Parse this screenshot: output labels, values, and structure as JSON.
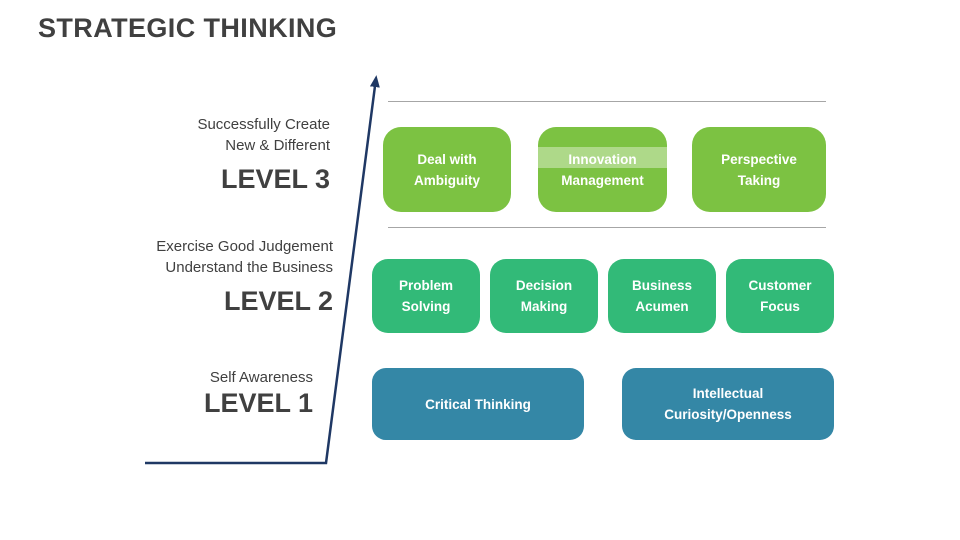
{
  "slide": {
    "title": "STRATEGIC THINKING"
  },
  "levels": [
    {
      "name": "LEVEL 3",
      "description": [
        "Successfully Create",
        "New & Different"
      ],
      "boxes": [
        "Deal with Ambiguity",
        "Innovation Management",
        "Perspective Taking"
      ],
      "color": "#7CC242"
    },
    {
      "name": "LEVEL 2",
      "description": [
        "Exercise Good Judgement",
        "Understand the Business"
      ],
      "boxes": [
        "Problem Solving",
        "Decision Making",
        "Business Acumen",
        "Customer Focus"
      ],
      "color": "#32BA78"
    },
    {
      "name": "LEVEL 1",
      "description": [
        "Self Awareness"
      ],
      "boxes": [
        "Critical Thinking",
        "Intellectual Curiosity/Openness"
      ],
      "color": "#3487A6"
    }
  ],
  "colors": {
    "title_text": "#404040",
    "label_text": "#404040",
    "box_text": "#FFFFFF",
    "axis_arrow": "#1F3864",
    "separator_line": "#A6A6A6",
    "level3_box": "#7CC242",
    "level2_box": "#32BA78",
    "level1_box": "#3487A6",
    "highlight_band": "rgba(255,255,255,0.38)"
  }
}
